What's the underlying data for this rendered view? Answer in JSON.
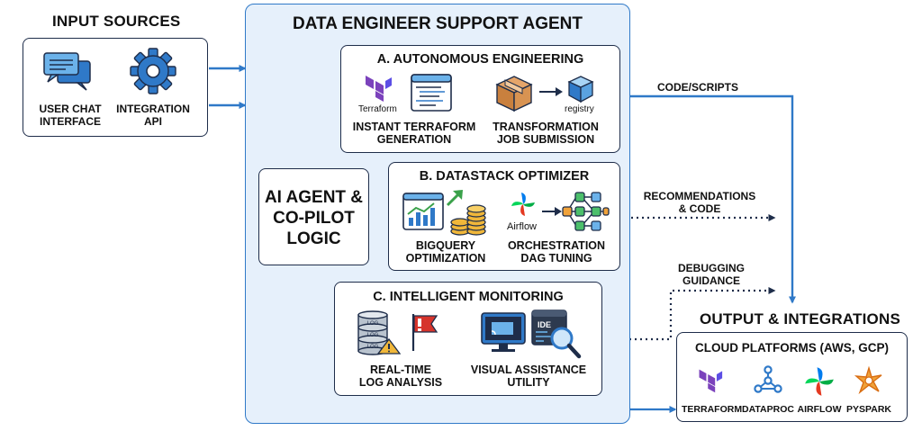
{
  "input": {
    "title": "INPUT SOURCES",
    "chat_label_1": "USER CHAT",
    "chat_label_2": "INTERFACE",
    "api_label_1": "INTEGRATION",
    "api_label_2": "API"
  },
  "agent": {
    "title": "DATA ENGINEER SUPPORT AGENT",
    "ai_line1": "AI AGENT &",
    "ai_line2": "CO-PILOT",
    "ai_line3": "LOGIC"
  },
  "section_a": {
    "title": "A. AUTONOMOUS ENGINEERING",
    "terraform_logo_text": "Terraform",
    "registry_text": "registry",
    "item1_line1": "INSTANT TERRAFORM",
    "item1_line2": "GENERATION",
    "item2_line1": "TRANSFORMATION",
    "item2_line2": "JOB SUBMISSION"
  },
  "section_b": {
    "title": "B. DATASTACK OPTIMIZER",
    "airflow_logo_text": "Airflow",
    "item1_line1": "BIGQUERY",
    "item1_line2": "OPTIMIZATION",
    "item2_line1": "ORCHESTRATION",
    "item2_line2": "DAG TUNING"
  },
  "section_c": {
    "title": "C. INTELLIGENT MONITORING",
    "ide_text": "IDE",
    "log_text": "LOG",
    "item1_line1": "REAL-TIME",
    "item1_line2": "LOG ANALYSIS",
    "item2_line1": "VISUAL ASSISTANCE",
    "item2_line2": "UTILITY"
  },
  "flows": {
    "code_scripts": "CODE/SCRIPTS",
    "recommendations_1": "RECOMMENDATIONS",
    "recommendations_2": "& CODE",
    "debugging_1": "DEBUGGING",
    "debugging_2": "GUIDANCE"
  },
  "output": {
    "title": "OUTPUT & INTEGRATIONS",
    "cloud_title": "CLOUD PLATFORMS (AWS, GCP)",
    "platforms": [
      "TERRAFORM",
      "DATAPROC",
      "AIRFLOW",
      "PYSPARK"
    ]
  },
  "colors": {
    "accent_blue": "#2f79c8",
    "panel_fill": "#e6f0fb",
    "terraform_purple": "#7b42bc",
    "alert_red": "#d6342c",
    "box_orange": "#c9803e"
  }
}
